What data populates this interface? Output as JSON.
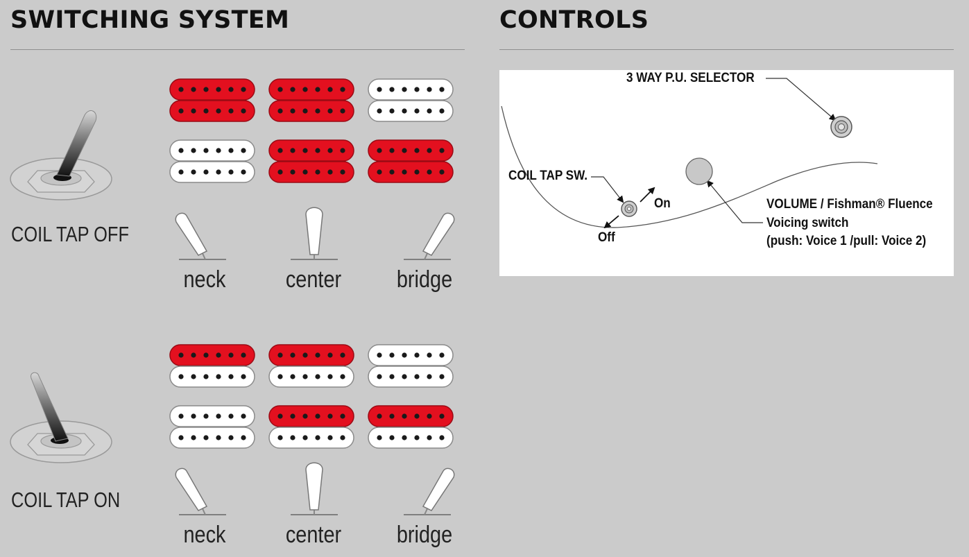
{
  "switching": {
    "title": "SWITCHING SYSTEM",
    "modes": [
      {
        "label": "COIL TAP OFF",
        "rows": [
          [
            "red",
            "red",
            "red",
            "red",
            "white",
            "white"
          ],
          [
            "white",
            "white",
            "red",
            "red",
            "red",
            "red"
          ]
        ],
        "positions": [
          "neck",
          "center",
          "bridge"
        ]
      },
      {
        "label": "COIL TAP ON",
        "rows": [
          [
            "red",
            "white",
            "red",
            "white",
            "white",
            "white"
          ],
          [
            "white",
            "white",
            "red",
            "white",
            "red",
            "white"
          ]
        ],
        "positions": [
          "neck",
          "center",
          "bridge"
        ]
      }
    ]
  },
  "controls": {
    "title": "CONTROLS",
    "pu_selector": "3 WAY P.U. SELECTOR",
    "coil_tap": "COIL TAP SW.",
    "on": "On",
    "off": "Off",
    "volume_line1": "VOLUME / Fishman® Fluence",
    "volume_line2": "Voicing switch",
    "volume_line3": "(push: Voice 1 /pull: Voice 2)"
  },
  "colors": {
    "red_coil": "#e3101f",
    "white_coil": "#ffffff",
    "background": "#cbcbcb"
  }
}
